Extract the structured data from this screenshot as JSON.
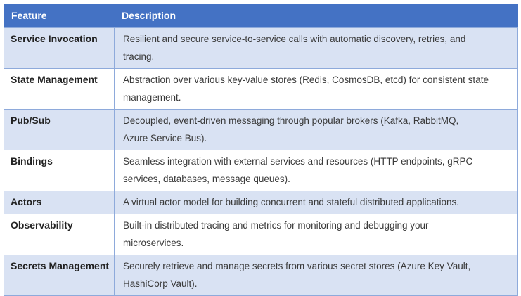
{
  "page": {
    "background": "#FFFFFF"
  },
  "table": {
    "header": {
      "feature_label": "Feature",
      "description_label": "Description"
    },
    "rows": [
      {
        "feature": "Service Invocation",
        "description": "Resilient and secure service-to-service calls with automatic discovery, retries, and\ntracing."
      },
      {
        "feature": "State Management",
        "description": "Abstraction over various key-value stores (Redis, CosmosDB, etcd) for consistent state\nmanagement."
      },
      {
        "feature": "Pub/Sub",
        "description": "Decoupled, event-driven messaging through popular brokers (Kafka, RabbitMQ,\nAzure Service Bus)."
      },
      {
        "feature": "Bindings",
        "description": "Seamless integration with external services and resources (HTTP endpoints, gRPC\nservices, databases, message queues)."
      },
      {
        "feature": "Actors",
        "description": "A virtual actor model for building concurrent and stateful distributed applications."
      },
      {
        "feature": "Observability",
        "description": "Built-in distributed tracing and metrics for monitoring and debugging your\nmicroservices."
      },
      {
        "feature": "Secrets Management",
        "description": "Securely retrieve and manage secrets from various secret stores (Azure Key Vault,\nHashiCorp Vault)."
      }
    ],
    "colors": {
      "header_bg": "#4472C4",
      "header_text": "#FFFFFF",
      "band_bg": "#D9E2F3",
      "plain_bg": "#FFFFFF",
      "border": "#8EAADB",
      "feature_text": "#222222",
      "description_text": "#3A3A3A"
    }
  }
}
